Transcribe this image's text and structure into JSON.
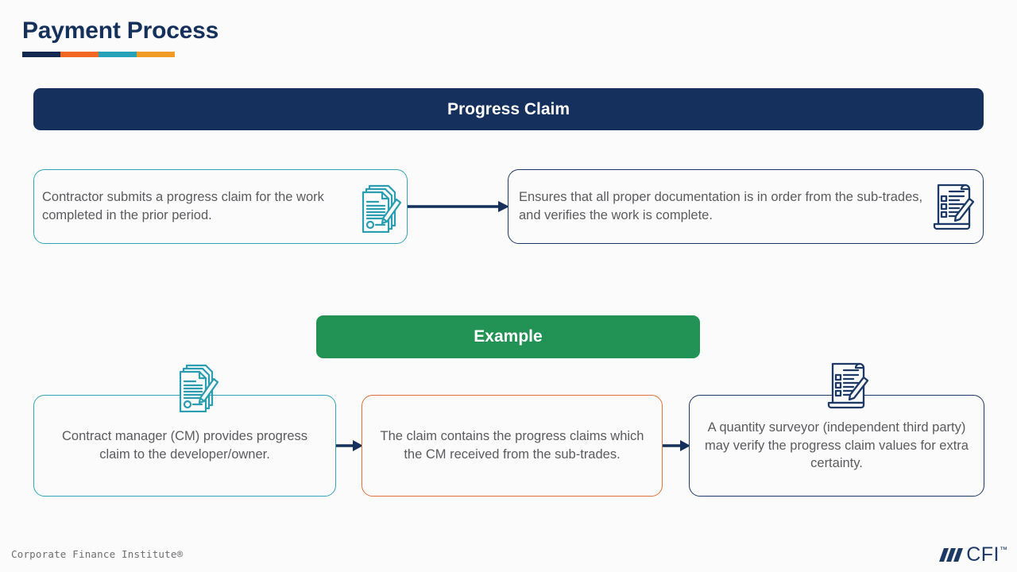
{
  "page": {
    "title": "Payment Process",
    "background_color": "#fbfbfb",
    "accent_rule_colors": [
      "#13284e",
      "#f26722",
      "#26a2b8",
      "#ef9b26"
    ]
  },
  "sections": [
    {
      "header": "Progress Claim",
      "header_color": "#15305c",
      "cards": [
        {
          "text": "Contractor submits a progress claim for the work completed in the prior period.",
          "border_color": "#32a5b5",
          "icon": "documents-with-pen-icon"
        },
        {
          "text": "Ensures that all proper documentation is in order from the sub-trades, and verifies the work is complete.",
          "border_color": "#1d3a66",
          "icon": "checklist-scroll-with-pen-icon"
        }
      ]
    },
    {
      "header": "Example",
      "header_color": "#229355",
      "cards": [
        {
          "text": "Contract manager (CM) provides progress claim to the developer/owner.",
          "border_color": "#32a5b5",
          "icon": "documents-with-pen-icon"
        },
        {
          "text": "The claim contains the progress claims which the CM received from the sub-trades.",
          "border_color": "#e2703a",
          "icon": null
        },
        {
          "text": "A quantity surveyor (independent third party) may verify the progress claim values for extra certainty.",
          "border_color": "#1d3a66",
          "icon": "checklist-scroll-with-pen-icon"
        }
      ]
    }
  ],
  "connectors": {
    "color": "#15305c",
    "arrow_top": "arrow-right",
    "arrow_bottom_1": "arrow-right",
    "arrow_bottom_2": "arrow-right"
  },
  "footer": {
    "credit": "Corporate Finance Institute®",
    "logo_text": "CFI",
    "logo_trademark": "™",
    "logo_color": "#1d3a66"
  }
}
